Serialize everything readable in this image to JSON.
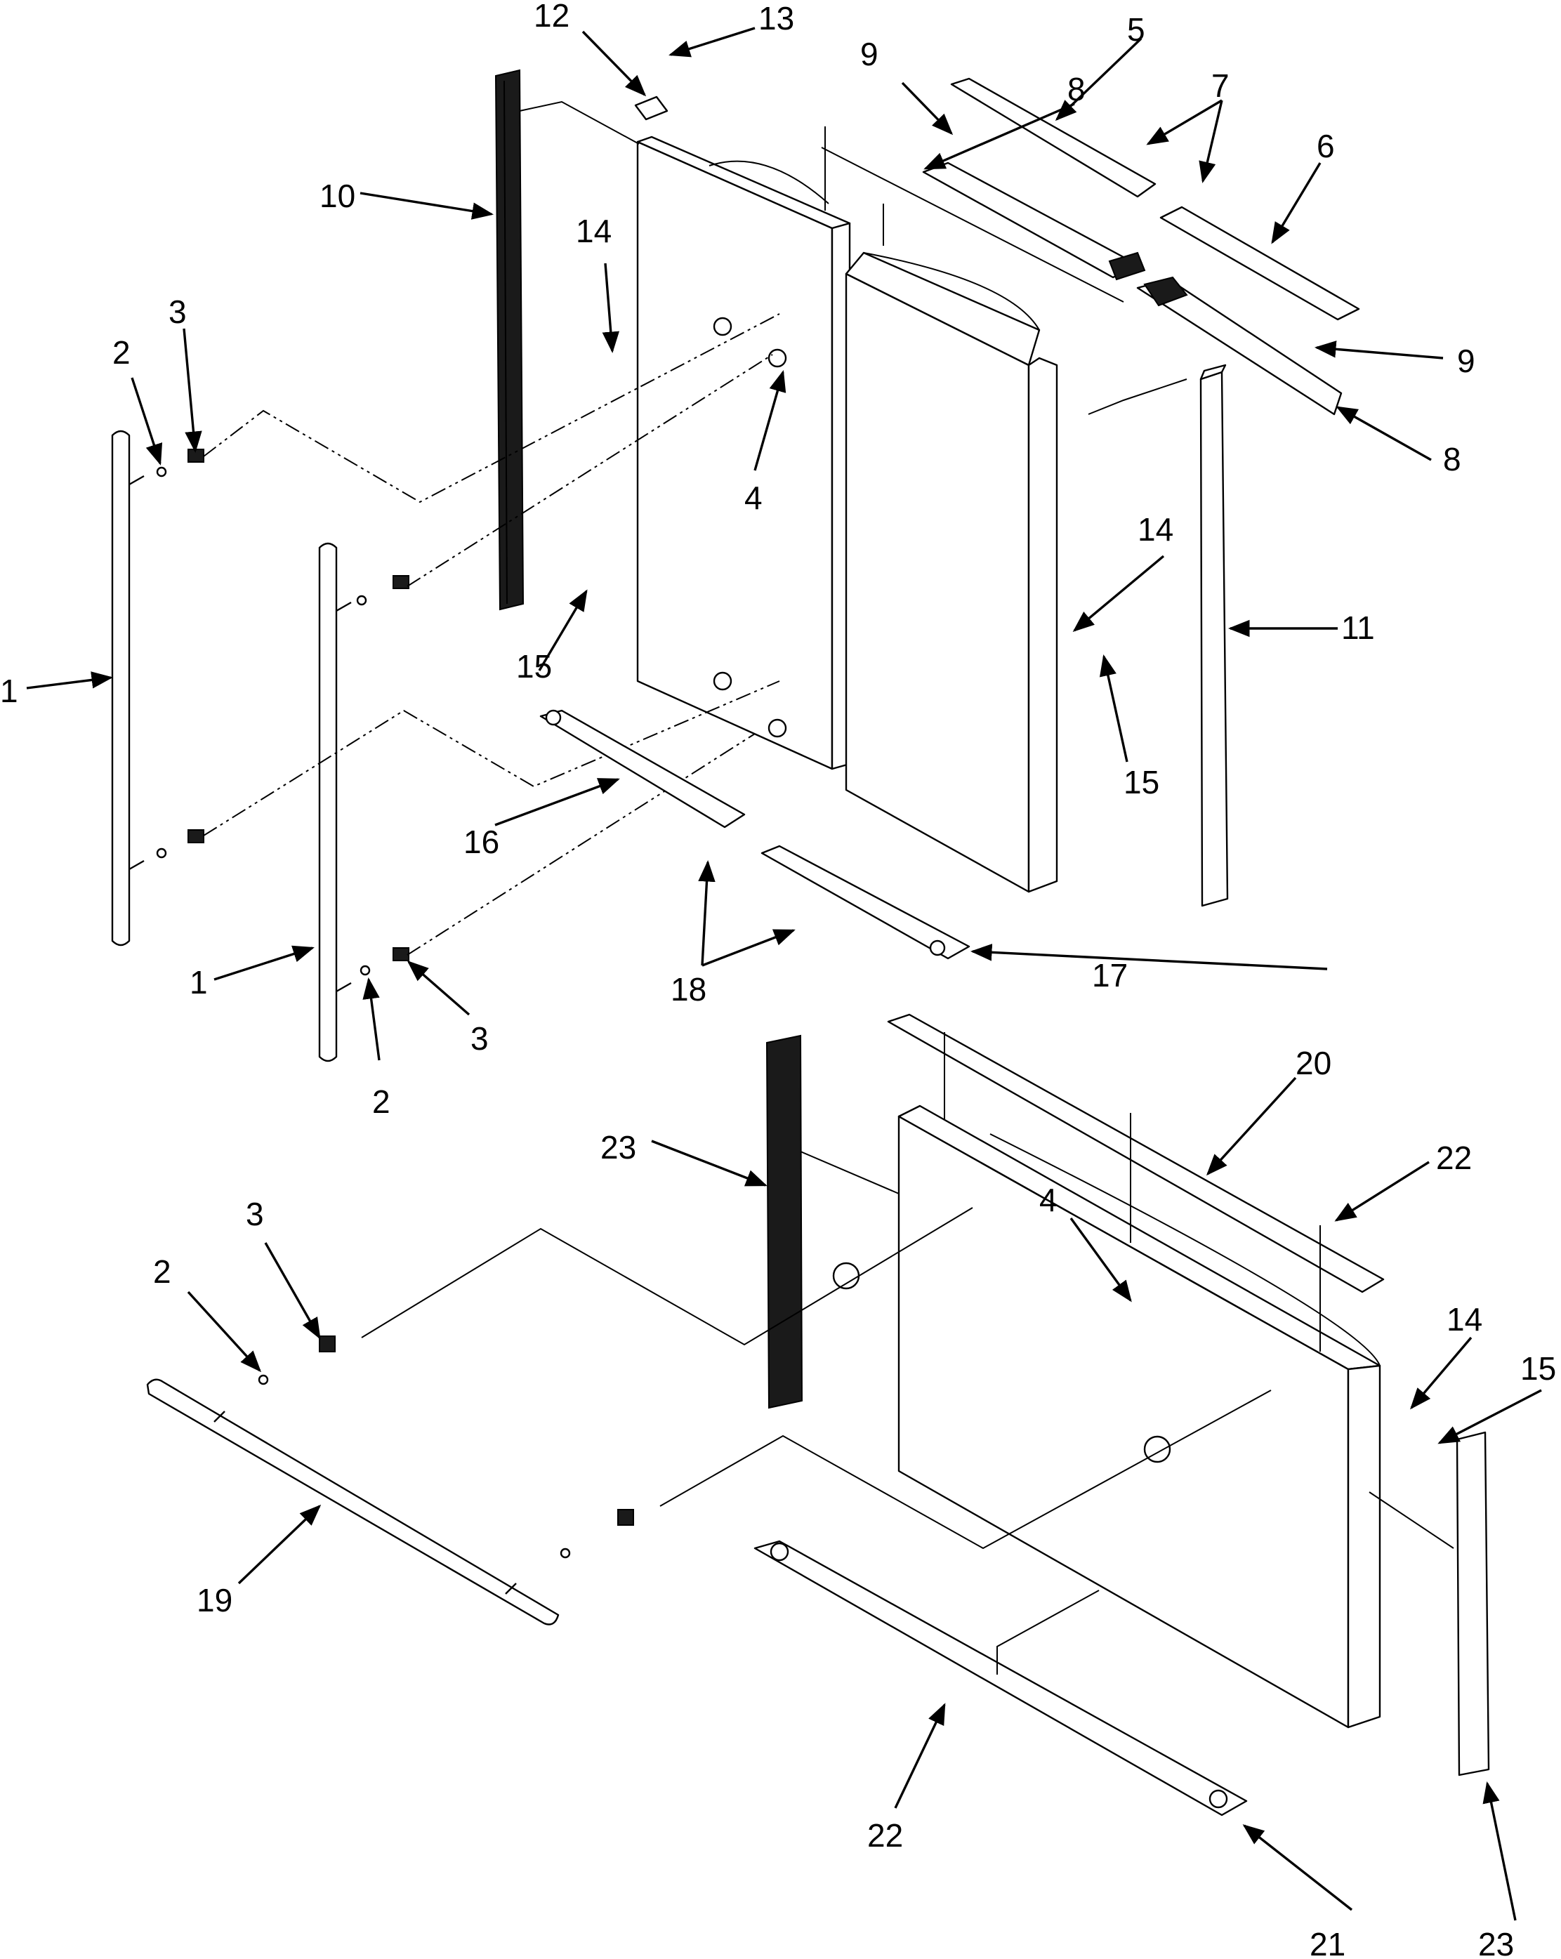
{
  "diagram": {
    "type": "exploded-parts-view",
    "callouts": [
      {
        "id": "c1a",
        "label": "1"
      },
      {
        "id": "c1b",
        "label": "1"
      },
      {
        "id": "c2a",
        "label": "2"
      },
      {
        "id": "c2b",
        "label": "2"
      },
      {
        "id": "c2c",
        "label": "2"
      },
      {
        "id": "c3a",
        "label": "3"
      },
      {
        "id": "c3b",
        "label": "3"
      },
      {
        "id": "c3c",
        "label": "3"
      },
      {
        "id": "c4a",
        "label": "4"
      },
      {
        "id": "c4b",
        "label": "4"
      },
      {
        "id": "c5",
        "label": "5"
      },
      {
        "id": "c6",
        "label": "6"
      },
      {
        "id": "c7",
        "label": "7"
      },
      {
        "id": "c8a",
        "label": "8"
      },
      {
        "id": "c8b",
        "label": "8"
      },
      {
        "id": "c9a",
        "label": "9"
      },
      {
        "id": "c9b",
        "label": "9"
      },
      {
        "id": "c10",
        "label": "10"
      },
      {
        "id": "c11",
        "label": "11"
      },
      {
        "id": "c12",
        "label": "12"
      },
      {
        "id": "c13",
        "label": "13"
      },
      {
        "id": "c14a",
        "label": "14"
      },
      {
        "id": "c14b",
        "label": "14"
      },
      {
        "id": "c14c",
        "label": "14"
      },
      {
        "id": "c15a",
        "label": "15"
      },
      {
        "id": "c15b",
        "label": "15"
      },
      {
        "id": "c15c",
        "label": "15"
      },
      {
        "id": "c16",
        "label": "16"
      },
      {
        "id": "c17",
        "label": "17"
      },
      {
        "id": "c18",
        "label": "18"
      },
      {
        "id": "c19",
        "label": "19"
      },
      {
        "id": "c20",
        "label": "20"
      },
      {
        "id": "c21",
        "label": "21"
      },
      {
        "id": "c22a",
        "label": "22"
      },
      {
        "id": "c22b",
        "label": "22"
      },
      {
        "id": "c23a",
        "label": "23"
      },
      {
        "id": "c23b",
        "label": "23"
      }
    ]
  }
}
